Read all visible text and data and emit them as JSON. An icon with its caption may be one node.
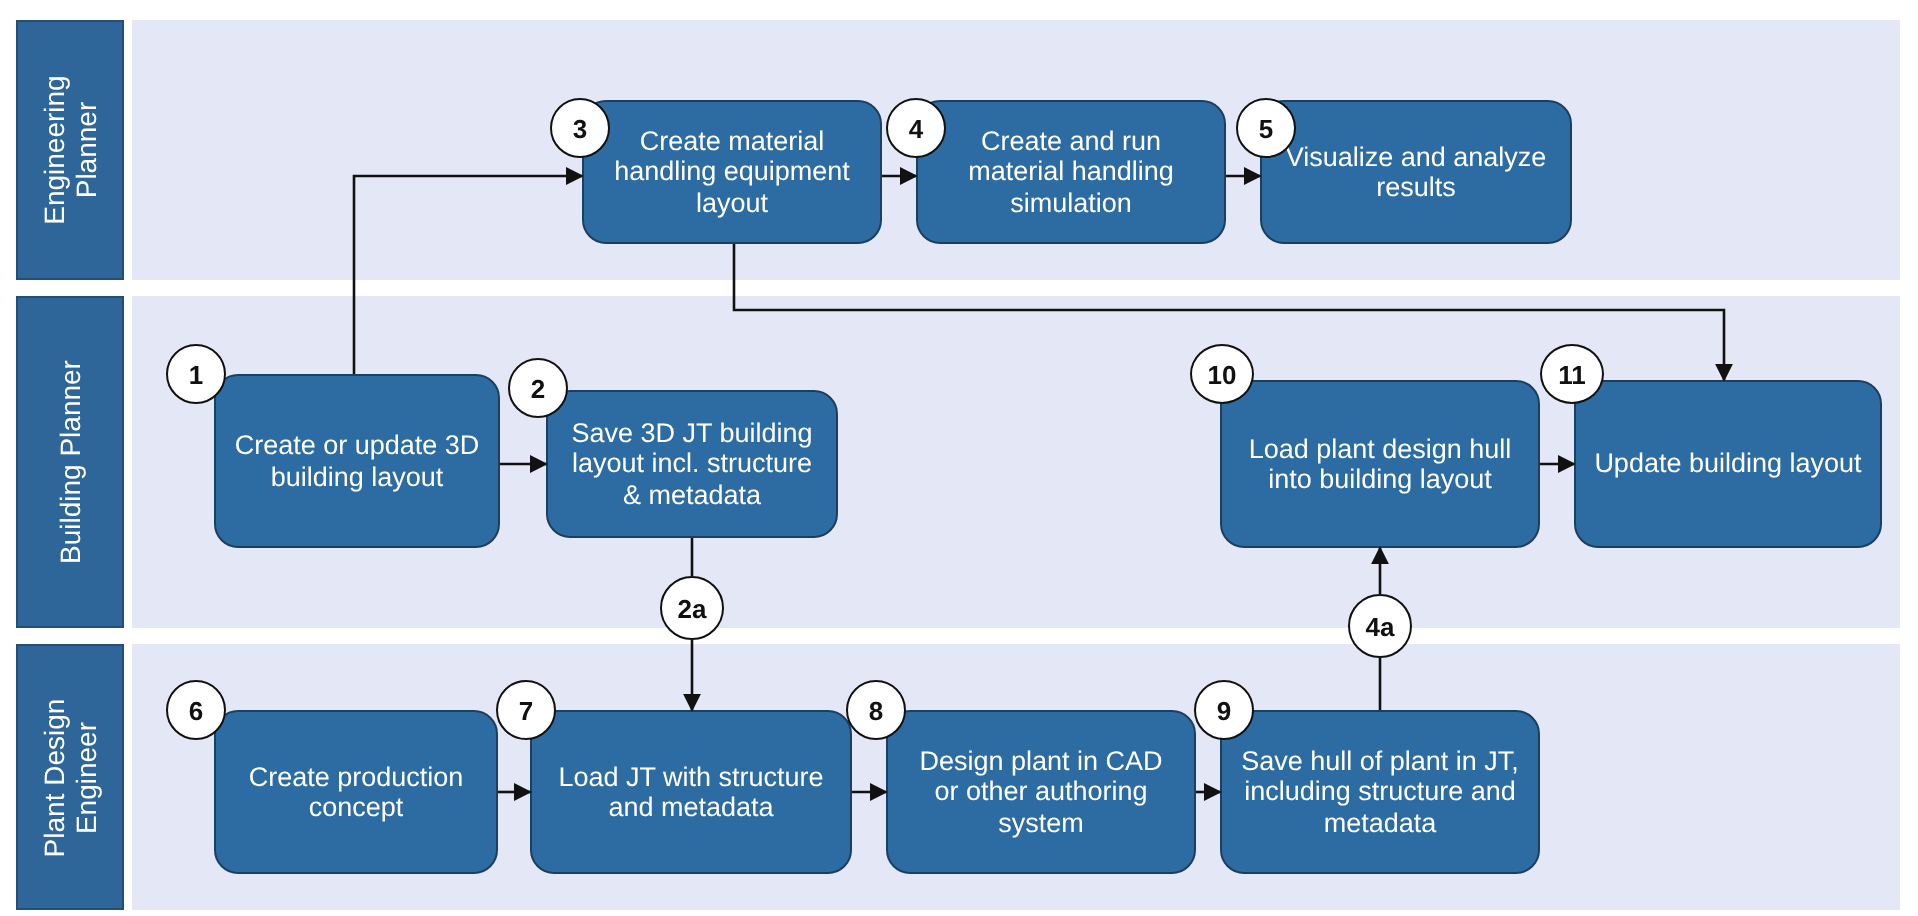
{
  "diagram": {
    "nodes": [
      {
        "text": [
          "Engineering Planner"
        ]
      },
      {
        "text": [
          "Building Planner"
        ]
      },
      {
        "text": [
          "Plant Design Engineer"
        ]
      },
      {
        "text": [
          "Create material handling equipment layout"
        ],
        "in": 0
      },
      {
        "text": [
          "3"
        ],
        "in": 0
      },
      {
        "text": [
          "Create and run material handling simulation"
        ],
        "in": 0
      },
      {
        "text": [
          "4"
        ],
        "in": 0
      },
      {
        "text": [
          "Visualize and analyze results"
        ],
        "in": 0
      },
      {
        "text": [
          "5"
        ],
        "in": 0
      },
      {
        "text": [
          "Create or update 3D building layout"
        ],
        "in": 1
      },
      {
        "text": [
          "1"
        ],
        "in": 1
      },
      {
        "text": [
          "Save 3D JT building layout incl. structure & metadata"
        ],
        "in": 1
      },
      {
        "text": [
          "2"
        ],
        "in": 1
      },
      {
        "text": [
          "Load plant design hull into building layout"
        ],
        "in": 1
      },
      {
        "text": [
          "10"
        ],
        "in": 1
      },
      {
        "text": [
          "Update building layout"
        ],
        "in": 1
      },
      {
        "text": [
          "11"
        ],
        "in": 1
      },
      {
        "text": [
          "2a"
        ]
      },
      {
        "text": [
          "4a"
        ]
      },
      {
        "text": [
          "Create production concept"
        ],
        "in": 2
      },
      {
        "text": [
          "6"
        ],
        "in": 2
      },
      {
        "text": [
          "Load JT with structure and metadata"
        ],
        "in": 2
      },
      {
        "text": [
          "7"
        ],
        "in": 2
      },
      {
        "text": [
          "Design plant in CAD or other authoring system"
        ],
        "in": 2
      },
      {
        "text": [
          "8"
        ],
        "in": 2
      },
      {
        "text": [
          "Save hull of plant in JT, including structure and metadata"
        ],
        "in": 2
      },
      {
        "text": [
          "9"
        ],
        "in": 2
      }
    ],
    "edges": [
      {
        "from": 9,
        "to": 3,
        "arrow": "to"
      },
      {
        "from": 9,
        "to": 11,
        "arrow": "to"
      },
      {
        "from": 3,
        "to": 5,
        "arrow": "to"
      },
      {
        "from": 5,
        "to": 7,
        "arrow": "to"
      },
      {
        "from": 3,
        "to": 15,
        "arrow": "to"
      },
      {
        "from": 11,
        "to": 17,
        "arrow": "none"
      },
      {
        "from": 17,
        "to": 21,
        "arrow": "to"
      },
      {
        "from": 19,
        "to": 21,
        "arrow": "to"
      },
      {
        "from": 21,
        "to": 23,
        "arrow": "to"
      },
      {
        "from": 23,
        "to": 25,
        "arrow": "to"
      },
      {
        "from": 25,
        "to": 18,
        "arrow": "none"
      },
      {
        "from": 18,
        "to": 13,
        "arrow": "to"
      },
      {
        "from": 13,
        "to": 15,
        "arrow": "to"
      }
    ]
  }
}
